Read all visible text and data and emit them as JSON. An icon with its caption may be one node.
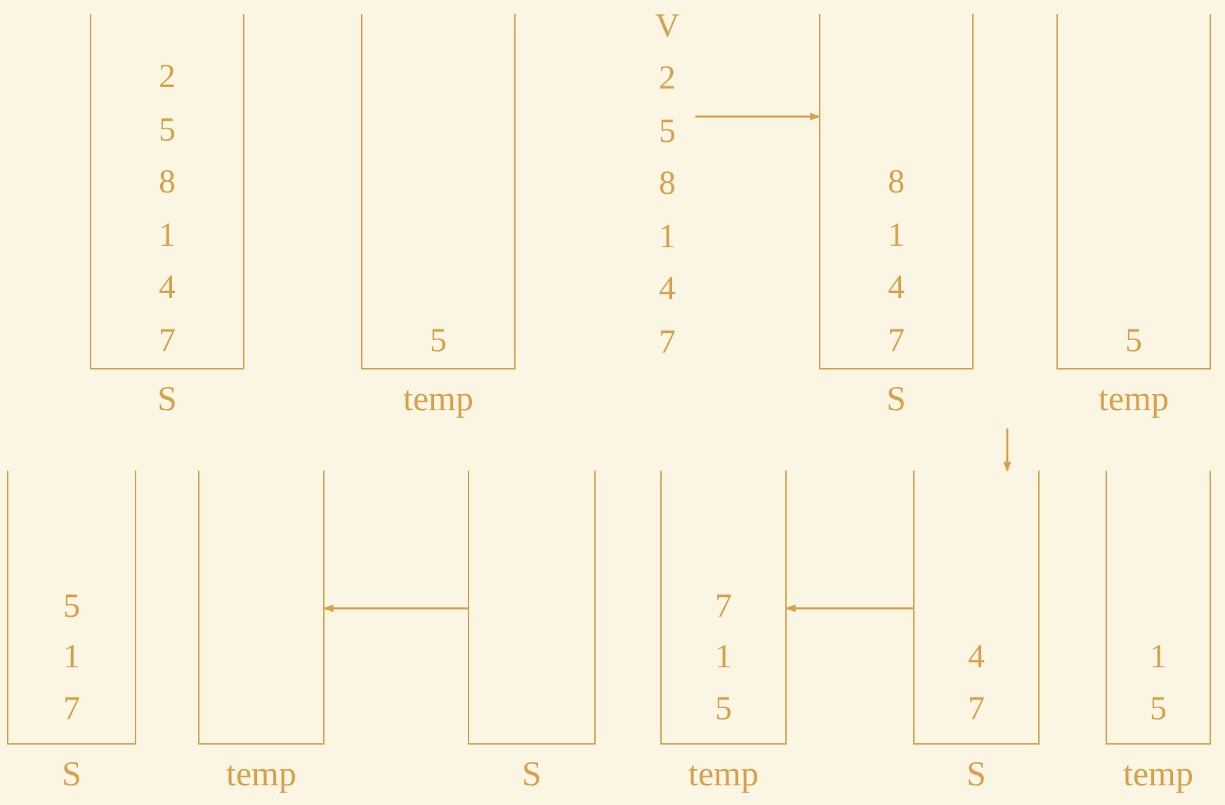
{
  "diagram": {
    "nodes": [
      {
        "text": [
          "2",
          "5",
          "8",
          "1",
          "4",
          "7"
        ],
        "beside": [
          "S"
        ]
      },
      {
        "text": [
          "5"
        ],
        "beside": [
          "temp"
        ]
      },
      {
        "text": [
          "V",
          "2",
          "5",
          "8",
          "1",
          "4",
          "7"
        ]
      },
      {
        "text": [
          "8",
          "1",
          "4",
          "7"
        ],
        "beside": [
          "S"
        ]
      },
      {
        "text": [
          "5"
        ],
        "beside": [
          "temp"
        ]
      },
      {
        "text": [
          "5",
          "1",
          "7"
        ],
        "beside": [
          "S"
        ]
      },
      {
        "text": [],
        "shape": "box",
        "beside": [
          "temp"
        ]
      },
      {
        "text": [],
        "shape": "box",
        "beside": [
          "S"
        ]
      },
      {
        "text": [
          "7",
          "1",
          "5"
        ],
        "beside": [
          "temp"
        ]
      },
      {
        "text": [
          "4",
          "7"
        ],
        "beside": [
          "S"
        ]
      },
      {
        "text": [
          "1",
          "5"
        ],
        "beside": [
          "temp"
        ]
      }
    ],
    "edges": [
      {
        "from": 2,
        "to": 3,
        "arrow": "to"
      },
      {
        "from": null,
        "to": 9,
        "arrow": "to"
      },
      {
        "from": 9,
        "to": 8,
        "arrow": "to"
      },
      {
        "from": 7,
        "to": 6,
        "arrow": "to"
      }
    ]
  }
}
